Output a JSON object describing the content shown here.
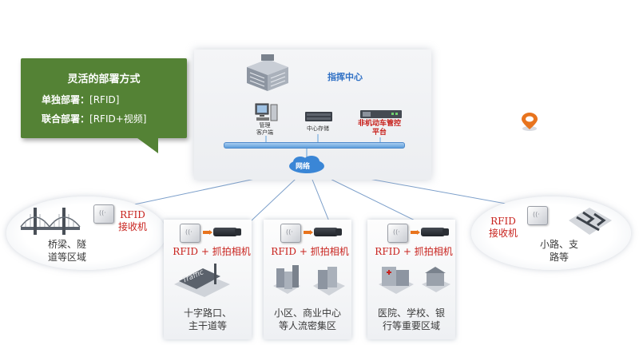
{
  "callout": {
    "title": "灵活的部署方式",
    "line1_label": "单独部署：",
    "line1_value": "[RFID]",
    "line2_label": "联合部署：",
    "line2_value": "[RFID+视频]"
  },
  "center": {
    "title": "指挥中心",
    "devices": [
      {
        "label_line1": "管理",
        "label_line2": "客户端"
      },
      {
        "label_line1": "中心存储",
        "label_line2": ""
      },
      {
        "label_line1": "非机动车管控",
        "label_line2": "平台"
      }
    ],
    "network": "网络"
  },
  "left_zone": {
    "reader_label": "RFID",
    "receiver": "接收机",
    "desc_line1": "桥梁、隧",
    "desc_line2": "道等区域"
  },
  "right_zone": {
    "reader_label": "RFID",
    "receiver": "接收机",
    "desc_line1": "小路、支",
    "desc_line2": "路等"
  },
  "cards": [
    {
      "combo": "RFID  +  抓拍相机",
      "desc_line1": "十字路口、",
      "desc_line2": "主干道等",
      "scene_text": "Traffic"
    },
    {
      "combo": "RFID  +  抓拍相机",
      "desc_line1": "小区、商业中心",
      "desc_line2": "等人流密集区"
    },
    {
      "combo": "RFID  +  抓拍相机",
      "desc_line1": "医院、学校、银",
      "desc_line2": "行等重要区域"
    }
  ],
  "colors": {
    "accent_blue": "#2d6fc4",
    "callout_green": "#548235",
    "label_red": "#c8221d",
    "pin_orange": "#e8741e"
  }
}
